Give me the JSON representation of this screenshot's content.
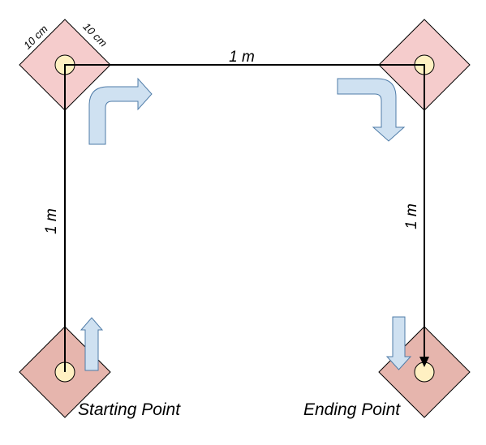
{
  "labels": {
    "top_distance": "1 m",
    "left_distance": "1 m",
    "right_distance": "1 m",
    "marker_width": "10 cm",
    "marker_height": "10 cm",
    "start": "Starting Point",
    "end": "Ending Point"
  },
  "colors": {
    "marker_top": "#f5cccc",
    "marker_bottom": "#e6b5ad",
    "marker_stroke": "#000000",
    "center_fill": "#fff0c2",
    "arrow_fill": "#cfe1f1",
    "arrow_stroke": "#4f7ca8",
    "path_stroke": "#000000"
  }
}
